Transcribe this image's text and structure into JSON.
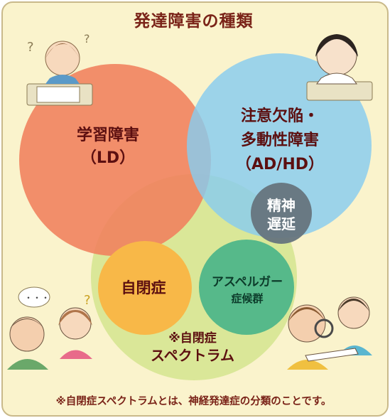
{
  "title": "発達障害の種類",
  "circles": {
    "ld": {
      "line1": "学習障害",
      "line2": "（LD）"
    },
    "adhd": {
      "line1": "注意欠陥・",
      "line2": "多動性障害",
      "line3": "（AD/HD）"
    },
    "mental": {
      "line1": "精神",
      "line2": "遅延"
    },
    "autism": {
      "label": "自閉症"
    },
    "asperger": {
      "line1": "アスペルガー",
      "line2": "症候群"
    },
    "spectrum": {
      "line1": "※自閉症",
      "line2": "スペクトラム"
    }
  },
  "footnote": "※自閉症スペクトラムとは、神経発達症の分類のことです。",
  "colors": {
    "ld": "#f0805c",
    "adhd": "#88ccef",
    "spectrum": "#d4e48e",
    "autism": "#f8b848",
    "asperger": "#56b98a",
    "mental": "#66747d",
    "title": "#7a2318",
    "background": "#faf3cc"
  }
}
